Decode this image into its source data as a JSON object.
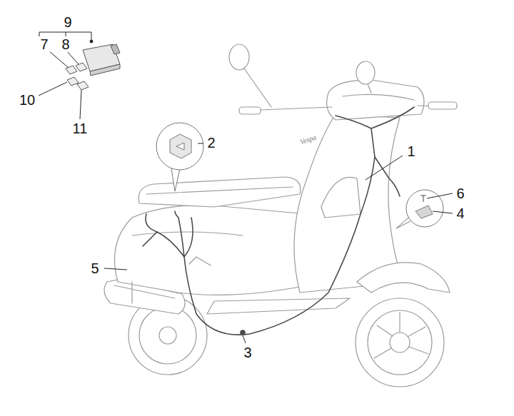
{
  "diagram": {
    "labels": [
      "9",
      "7",
      "8",
      "10",
      "11",
      "2",
      "1",
      "6",
      "4",
      "5",
      "3",
      "Vespa"
    ]
  }
}
